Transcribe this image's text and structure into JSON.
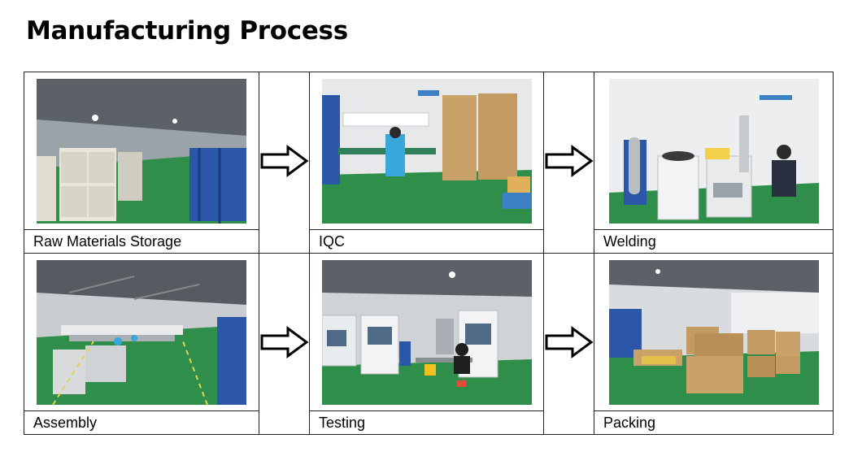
{
  "page": {
    "title": "Manufacturing Process"
  },
  "steps": [
    {
      "label": "Raw Materials Storage"
    },
    {
      "label": "IQC"
    },
    {
      "label": "Welding"
    },
    {
      "label": "Assembly"
    },
    {
      "label": "Testing"
    },
    {
      "label": "Packing"
    }
  ],
  "icons": {
    "arrow": "right-arrow-icon"
  },
  "colors": {
    "floor_green": "#2f8f4a",
    "wall_gray": "#cfd3d6",
    "border": "#222222"
  }
}
